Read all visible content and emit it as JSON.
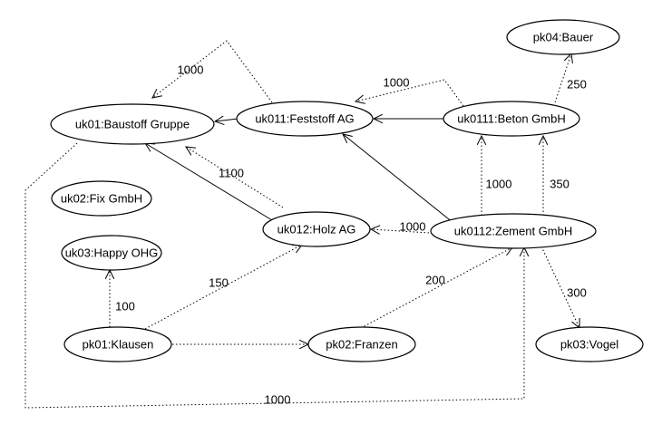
{
  "nodes": [
    {
      "id": "uk01",
      "label": "uk01:Baustoff Gruppe"
    },
    {
      "id": "uk011",
      "label": "uk011:Feststoff AG"
    },
    {
      "id": "uk0111",
      "label": "uk0111:Beton GmbH"
    },
    {
      "id": "pk04",
      "label": "pk04:Bauer"
    },
    {
      "id": "uk02",
      "label": "uk02:Fix GmbH"
    },
    {
      "id": "uk012",
      "label": "uk012:Holz AG"
    },
    {
      "id": "uk0112",
      "label": "uk0112:Zement GmbH"
    },
    {
      "id": "uk03",
      "label": "uk03:Happy OHG"
    },
    {
      "id": "pk01",
      "label": "pk01:Klausen"
    },
    {
      "id": "pk02",
      "label": "pk02:Franzen"
    },
    {
      "id": "pk03",
      "label": "pk03:Vogel"
    }
  ],
  "edges": [
    {
      "id": "e1",
      "from": "uk011",
      "to": "uk01",
      "style": "dotted",
      "label": "1000"
    },
    {
      "id": "e2",
      "from": "uk011",
      "to": "uk01",
      "style": "solid",
      "label": ""
    },
    {
      "id": "e3",
      "from": "uk0111",
      "to": "uk011",
      "style": "dotted",
      "label": "1000"
    },
    {
      "id": "e4",
      "from": "uk0111",
      "to": "uk011",
      "style": "solid",
      "label": ""
    },
    {
      "id": "e5",
      "from": "uk0111",
      "to": "pk04",
      "style": "dotted",
      "label": "250"
    },
    {
      "id": "e6",
      "from": "uk012",
      "to": "uk01",
      "style": "dotted",
      "label": "1100"
    },
    {
      "id": "e7",
      "from": "uk012",
      "to": "uk01",
      "style": "solid",
      "label": ""
    },
    {
      "id": "e8",
      "from": "uk0112",
      "to": "uk011",
      "style": "solid",
      "label": ""
    },
    {
      "id": "e9",
      "from": "uk0112",
      "to": "uk0111",
      "style": "dotted",
      "label": "1000"
    },
    {
      "id": "e10",
      "from": "uk0112",
      "to": "uk0111",
      "style": "dotted",
      "label": "350"
    },
    {
      "id": "e11",
      "from": "uk0112",
      "to": "uk012",
      "style": "dotted",
      "label": "1000"
    },
    {
      "id": "e12",
      "from": "uk0112",
      "to": "pk03",
      "style": "dotted",
      "label": "300"
    },
    {
      "id": "e13",
      "from": "pk01",
      "to": "uk03",
      "style": "dotted",
      "label": "100"
    },
    {
      "id": "e14",
      "from": "pk01",
      "to": "uk012",
      "style": "dotted",
      "label": "150"
    },
    {
      "id": "e15",
      "from": "pk01",
      "to": "pk02",
      "style": "dotted",
      "label": ""
    },
    {
      "id": "e16",
      "from": "pk02",
      "to": "uk0112",
      "style": "dotted",
      "label": "200"
    },
    {
      "id": "e17",
      "from": "uk01",
      "to": "uk0112",
      "style": "dotted",
      "label": "1000"
    }
  ]
}
